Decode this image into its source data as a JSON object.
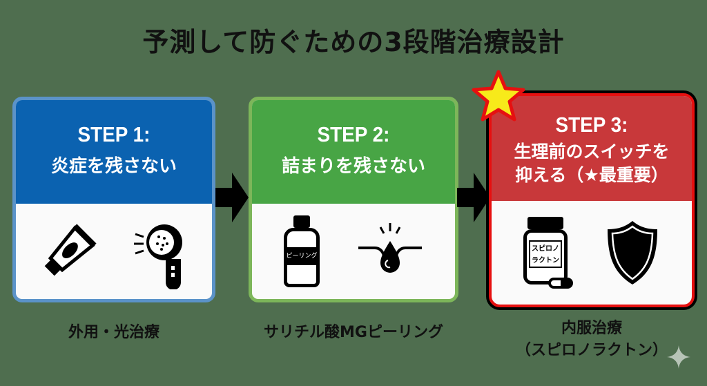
{
  "title": "予測して防ぐための3段階治療設計",
  "steps": [
    {
      "step": "STEP 1:",
      "heading": "炎症を残さない",
      "label": "外用・光治療",
      "color": "#0b62b0"
    },
    {
      "step": "STEP 2:",
      "heading": "詰まりを残さない",
      "bottle_label": "ピーリング",
      "label": "サリチル酸MGピーリング",
      "color": "#48a545"
    },
    {
      "step": "STEP 3:",
      "heading_line1": "生理前のスイッチを",
      "heading_line2": "抑える（★最重要）",
      "bottle_label_1": "スピロノ",
      "bottle_label_2": "ラクトン",
      "label_line1": "内服治療",
      "label_line2": "（スピロノラクトン）",
      "color": "#c8383a"
    }
  ]
}
